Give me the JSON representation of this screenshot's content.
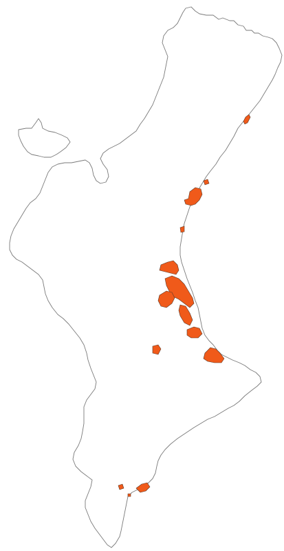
{
  "map": {
    "region_outline_color": "#7a7a7a",
    "highlight_color": "#f05a1a",
    "background_color": "#ffffff",
    "highlighted_zones": [
      "zone-north-coast-1",
      "zone-north-coast-2",
      "zone-north-coast-3",
      "zone-north-coast-4",
      "zone-central-coast-1",
      "zone-central-coast-2",
      "zone-central-coast-3",
      "zone-central-coast-4",
      "zone-central-coast-5",
      "zone-inland-1",
      "zone-south-coast-1",
      "zone-far-south-1",
      "zone-far-south-2",
      "zone-far-south-3"
    ]
  }
}
